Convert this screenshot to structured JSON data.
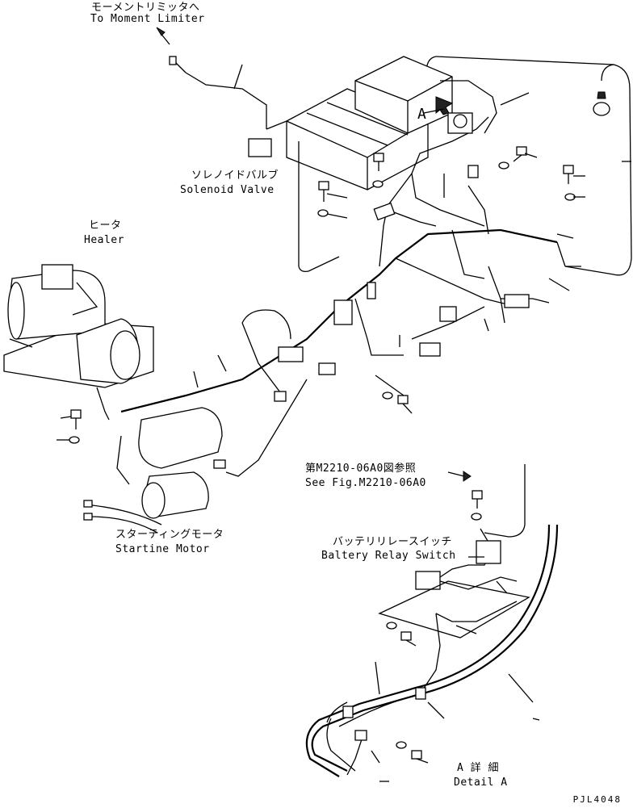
{
  "labels": {
    "moment_limiter_jp": "モーメントリミッタへ",
    "moment_limiter_en": "To Moment Limiter",
    "solenoid_jp": "ソレノイドバルブ",
    "solenoid_en": "Solenoid Valve",
    "heater_jp": "ヒータ",
    "heater_en": "Healer",
    "see_fig_jp": "第M2210-06A0図参照",
    "see_fig_en": "See Fig.M2210-06A0",
    "battery_jp": "バッテリリレースイッチ",
    "battery_en": "Baltery Relay Switch",
    "starting_jp": "スターティングモータ",
    "starting_en": "Startine Motor",
    "detail_jp": "A 詳 細",
    "detail_en": "Detail A",
    "callout_a": "A"
  },
  "drawing_code": "PJL4048"
}
